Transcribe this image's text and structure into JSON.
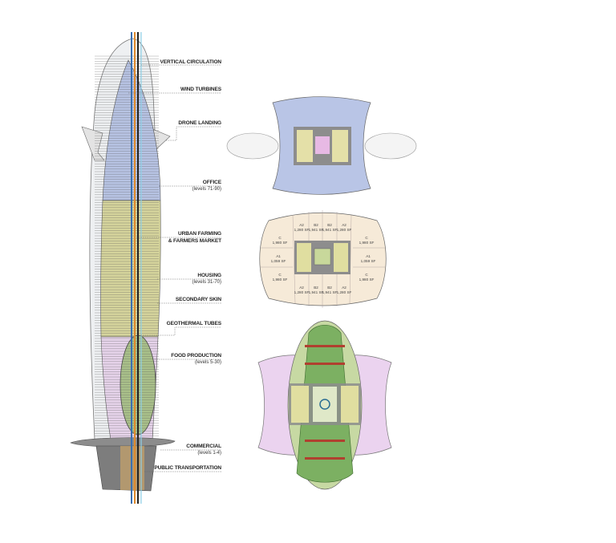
{
  "labels": {
    "vertical_circulation": "VERTICAL CIRCULATION",
    "wind_turbines": "WIND TURBINES",
    "drone_landing": "DRONE LANDING",
    "office": "OFFICE",
    "office_levels": "(levels 71-90)",
    "urban_farming_1": "URBAN FARMING",
    "urban_farming_2": "& FARMERS MARKET",
    "housing": "HOUSING",
    "housing_levels": "(levels 31-70)",
    "secondary_skin": "SECONDARY SKIN",
    "geothermal_tubes": "GEOTHERMAL TUBES",
    "food_production": "FOOD PRODUCTION",
    "food_levels": "(levels 5-30)",
    "commercial": "COMMERCIAL",
    "commercial_levels": "(levels 1-4)",
    "public_transportation": "PUBLIC TRANSPORTATION"
  },
  "housing_plan_units": [
    {
      "type": "A2",
      "area": "1,280 SF"
    },
    {
      "type": "B2",
      "area": "1,941 SF"
    },
    {
      "type": "B2",
      "area": "1,941 SF"
    },
    {
      "type": "A2",
      "area": "1,280 SF"
    },
    {
      "type": "C",
      "area": "1,980 SF"
    },
    {
      "type": "C",
      "area": "1,980 SF"
    },
    {
      "type": "A1",
      "area": "1,059 SF"
    },
    {
      "type": "A1",
      "area": "1,059 SF"
    },
    {
      "type": "C",
      "area": "1,980 SF"
    },
    {
      "type": "C",
      "area": "1,980 SF"
    },
    {
      "type": "A2",
      "area": "1,280 SF"
    },
    {
      "type": "B2",
      "area": "1,941 SF"
    },
    {
      "type": "B2",
      "area": "1,941 SF"
    },
    {
      "type": "A2",
      "area": "1,280 SF"
    }
  ],
  "colors": {
    "office": "#b7c3e3",
    "housing": "#f6ead8",
    "farming": "#7fb064",
    "food": "#e9d3ee",
    "core": "#8d8d8d",
    "residential_band": "#d5d49c"
  }
}
